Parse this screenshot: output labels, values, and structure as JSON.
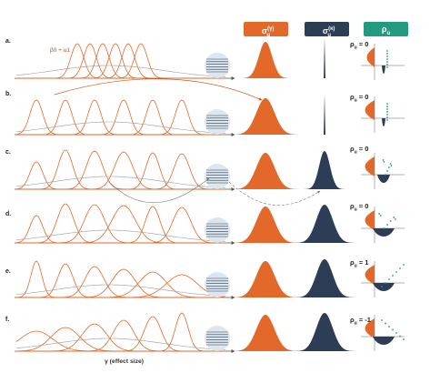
{
  "headers": {
    "col1": "σ",
    "col1_sup": "(γ)",
    "col1_sub": "u",
    "col2": "σ",
    "col2_sup": "(κ)",
    "col2_sub": "u",
    "col3": "ρ",
    "col3_sub": "u"
  },
  "colors": {
    "orange": "#e2692a",
    "navy": "#2d3d55",
    "teal": "#229a80",
    "gray": "#777777",
    "light_circle": "#dce6ef"
  },
  "annotation": "β0 + u1",
  "x_axis_label": "γ  (effect size)",
  "rows": [
    {
      "label": "a.",
      "rho_text": "ρ",
      "rho_value": "= 0",
      "sigma_gamma": 0.55,
      "sigma_kappa": 0.0,
      "rho": 0
    },
    {
      "label": "b.",
      "rho_text": "ρ",
      "rho_value": "= 0",
      "sigma_gamma": 1.0,
      "sigma_kappa": 0.0,
      "rho": 0
    },
    {
      "label": "c.",
      "rho_text": "ρ",
      "rho_value": "= 0",
      "sigma_gamma": 1.0,
      "sigma_kappa": 0.5,
      "rho": 0
    },
    {
      "label": "d.",
      "rho_text": "ρ",
      "rho_value": "= 0",
      "sigma_gamma": 1.0,
      "sigma_kappa": 1.0,
      "rho": 0
    },
    {
      "label": "e.",
      "rho_text": "ρ",
      "rho_value": "= 1",
      "sigma_gamma": 1.0,
      "sigma_kappa": 1.0,
      "rho": 1
    },
    {
      "label": "f.",
      "rho_text": "ρ",
      "rho_value": "= -1",
      "sigma_gamma": 1.0,
      "sigma_kappa": 1.0,
      "rho": -1
    }
  ]
}
